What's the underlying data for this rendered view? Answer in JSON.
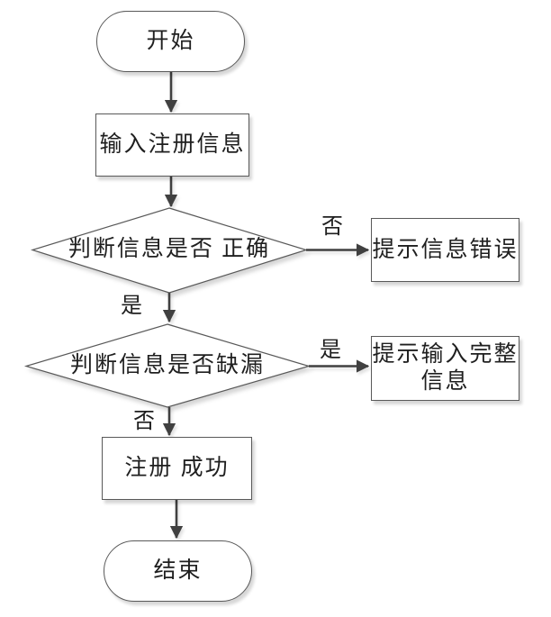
{
  "flowchart": {
    "nodes": {
      "start": {
        "label": "开始"
      },
      "input_info": {
        "label": "输入注册信息"
      },
      "check_correct": {
        "label": "判断信息是否 正确"
      },
      "error_prompt": {
        "label": "提示信息错误"
      },
      "check_missing": {
        "label": "判断信息是否缺漏"
      },
      "complete_prompt": {
        "lines": [
          "提示输入完整",
          "信息"
        ]
      },
      "success": {
        "label": "注册 成功"
      },
      "end": {
        "label": "结束"
      }
    },
    "edge_labels": {
      "correct_no": "否",
      "correct_yes": "是",
      "missing_yes": "是",
      "missing_no": "否"
    },
    "colors": {
      "shape_border": "#595959",
      "arrow": "#404040",
      "text": "#1f1f1f",
      "background": "#ffffff"
    }
  }
}
